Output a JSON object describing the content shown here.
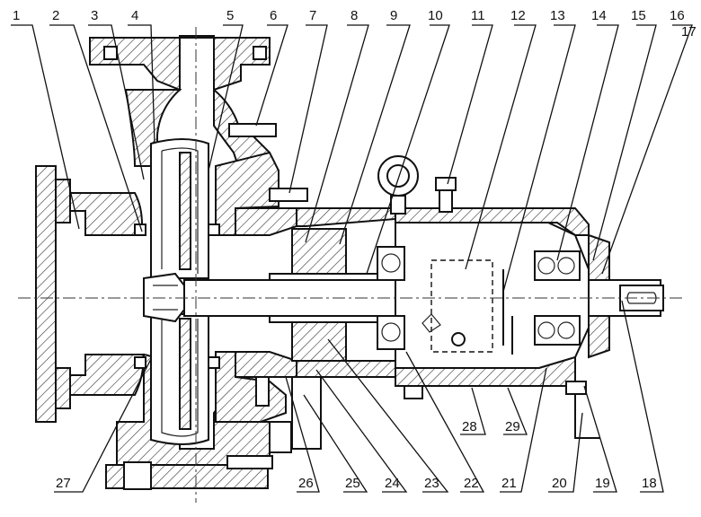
{
  "callouts_top": [
    "1",
    "2",
    "3",
    "4",
    "5",
    "6",
    "7",
    "8",
    "9",
    "10",
    "11",
    "12",
    "13",
    "14",
    "15",
    "16",
    "17"
  ],
  "callouts_bottom": [
    "27",
    "26",
    "25",
    "24",
    "23",
    "22",
    "21",
    "20",
    "19",
    "18"
  ],
  "callouts_middle": [
    "28",
    "29"
  ]
}
